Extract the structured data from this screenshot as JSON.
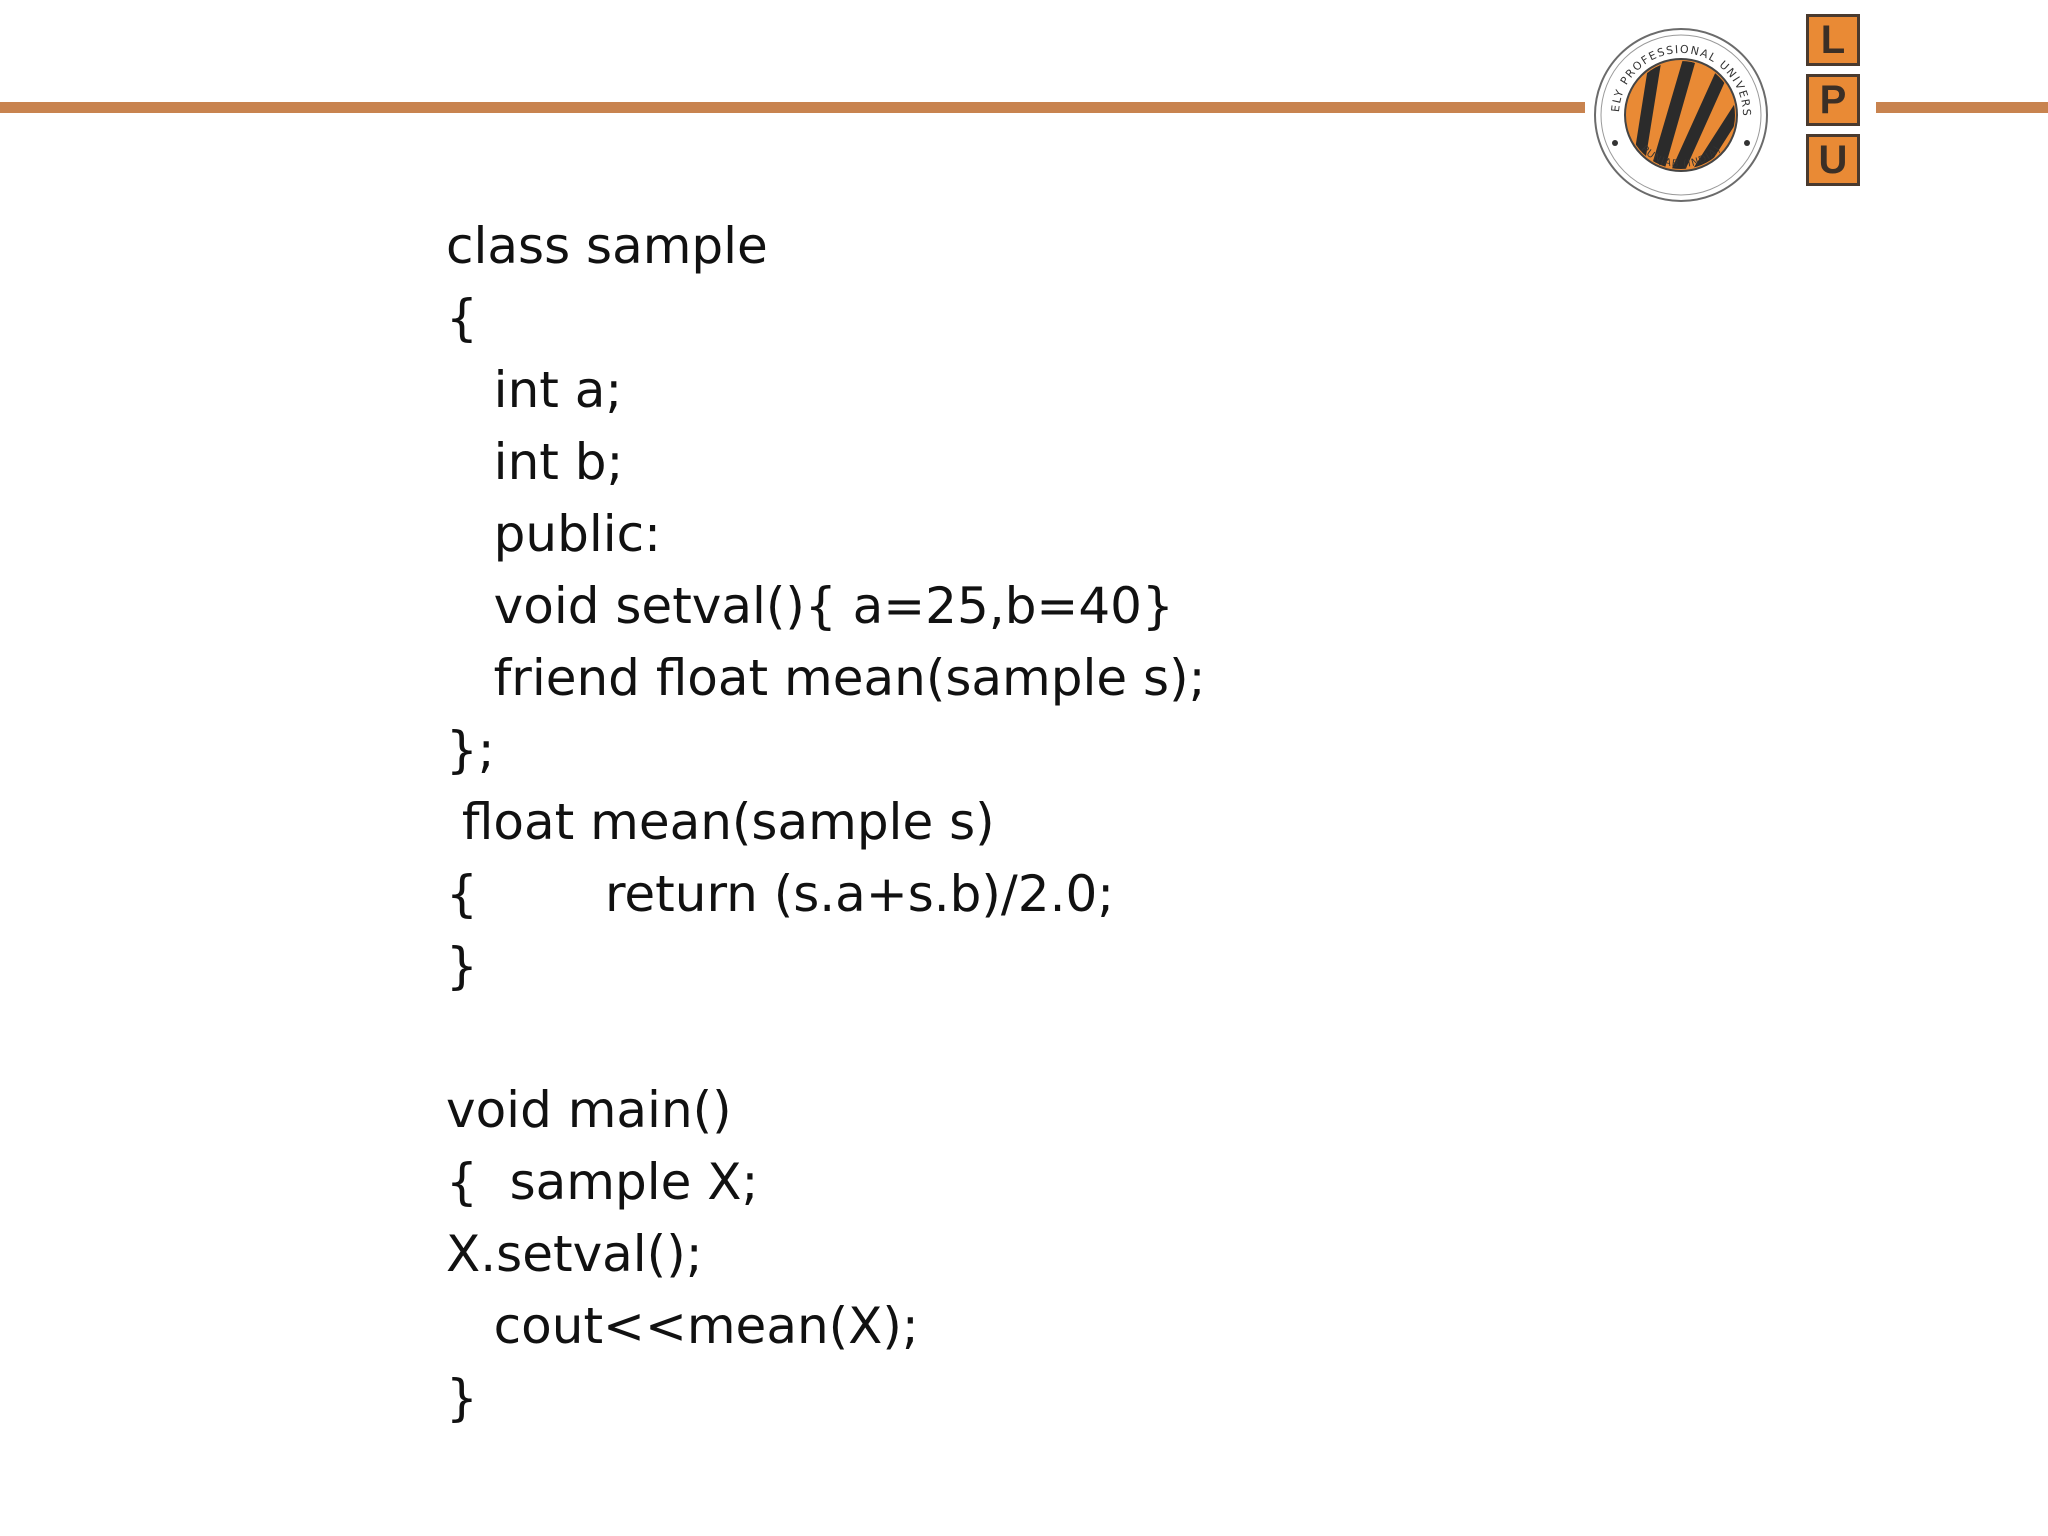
{
  "header": {
    "rule_color": "#c8834f",
    "logo": {
      "seal_top_text": "LOVELY PROFESSIONAL UNIVERSITY",
      "seal_bottom_text": "PUNJAB (INDIA)",
      "letters": [
        "L",
        "P",
        "U"
      ],
      "accent_color": "#e98a35"
    }
  },
  "code": {
    "lines": [
      "class sample",
      "{",
      "   int a;",
      "   int b;",
      "   public:",
      "   void setval(){ a=25,b=40}",
      "   friend float mean(sample s);",
      "};",
      " float mean(sample s)",
      "{        return (s.a+s.b)/2.0;",
      "}",
      "",
      "void main()",
      "{  sample X;",
      "X.setval();",
      "   cout<<mean(X);",
      "}"
    ]
  }
}
